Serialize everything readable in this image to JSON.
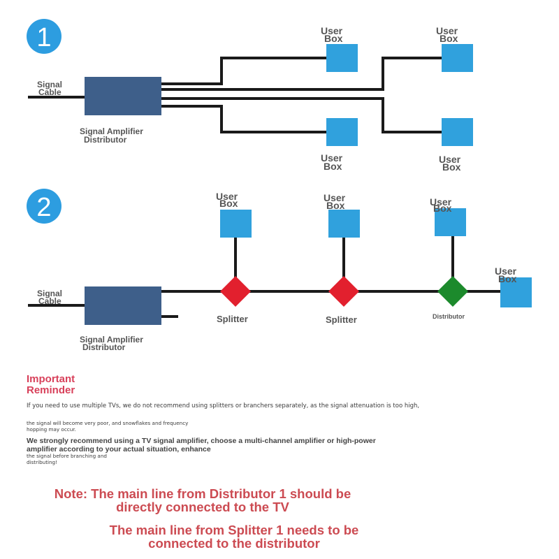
{
  "diagram": {
    "scenario_1": {
      "number": "1",
      "input_label": "Signal Cable",
      "amplifier_label": "Signal Amplifier Distributor",
      "outputs": [
        "User Box",
        "User Box",
        "User Box",
        "User Box"
      ]
    },
    "scenario_2": {
      "number": "2",
      "input_label": "Signal Cable",
      "amplifier_label": "Signal Amplifier Distributor",
      "nodes": [
        {
          "label": "Splitter",
          "type": "splitter",
          "output": "User Box"
        },
        {
          "label": "Splitter",
          "type": "splitter",
          "output": "User Box"
        },
        {
          "label": "Distributor",
          "type": "distributor",
          "output": "User Box"
        }
      ],
      "end_output": "User Box"
    }
  },
  "reminder": {
    "title": "Important Reminder",
    "line_1": "If you need to use multiple TVs, we do not recommend using splitters or branchers separately, as the signal attenuation is too high,",
    "line_2": "the signal will become very poor, and snowflakes and frequency hopping may occur.",
    "recommendation": "We strongly recommend using a TV signal amplifier, choose a multi-channel amplifier or high-power amplifier according to your actual situation, enhance",
    "line_3": "the signal before branching and distributing!"
  },
  "notes": {
    "note_1": "Note: The main line from Distributor 1 should be directly connected to the TV",
    "note_2": "The main line from Splitter 1 needs to be connected to the distributor"
  },
  "colors": {
    "badge": "#2d9de0",
    "amplifier": "#3e5f8a",
    "user_box": "#30a1dd",
    "splitter": "#e2202e",
    "distributor": "#1c8a2c",
    "cable": "#1a1a1a",
    "reminder_title": "#d8405a",
    "note": "#cc4b52"
  }
}
